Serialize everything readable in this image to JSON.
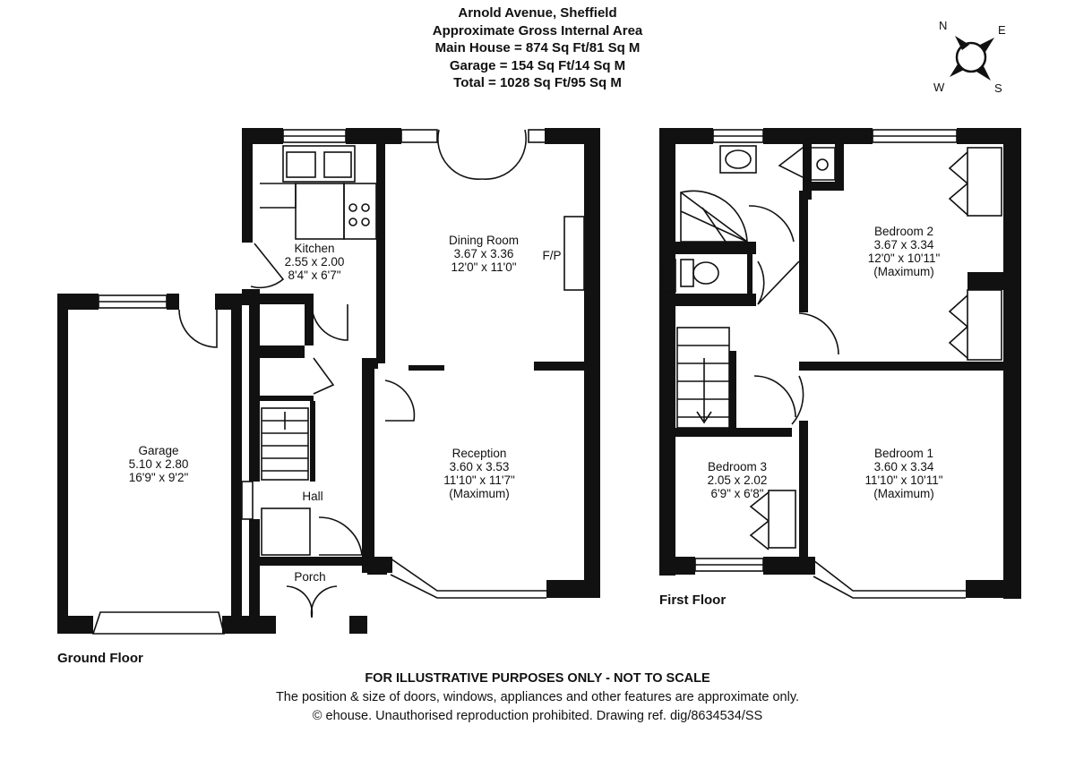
{
  "header": {
    "lines": [
      "Arnold Avenue, Sheffield",
      "Approximate Gross Internal Area",
      "Main House = 874 Sq Ft/81 Sq M",
      "Garage = 154 Sq Ft/14 Sq M",
      "Total = 1028 Sq Ft/95 Sq M"
    ]
  },
  "compass": {
    "n": "N",
    "e": "E",
    "s": "S",
    "w": "W"
  },
  "floors": {
    "ground": "Ground Floor",
    "first": "First Floor"
  },
  "rooms": {
    "kitchen": {
      "name": "Kitchen",
      "metric": "2.55 x 2.00",
      "imperial": "8'4\" x 6'7\""
    },
    "dining": {
      "name": "Dining Room",
      "metric": "3.67 x 3.36",
      "imperial": "12'0\" x 11'0\""
    },
    "fp": {
      "name": "F/P"
    },
    "garage": {
      "name": "Garage",
      "metric": "5.10 x 2.80",
      "imperial": "16'9\" x 9'2\""
    },
    "reception": {
      "name": "Reception",
      "metric": "3.60 x 3.53",
      "imperial": "11'10\" x 11'7\"",
      "note": "(Maximum)"
    },
    "hall": {
      "name": "Hall"
    },
    "porch": {
      "name": "Porch"
    },
    "bedroom2": {
      "name": "Bedroom 2",
      "metric": "3.67 x 3.34",
      "imperial": "12'0\" x 10'11\"",
      "note": "(Maximum)"
    },
    "bedroom1": {
      "name": "Bedroom 1",
      "metric": "3.60 x 3.34",
      "imperial": "11'10\" x 10'11\"",
      "note": "(Maximum)"
    },
    "bedroom3": {
      "name": "Bedroom 3",
      "metric": "2.05 x 2.02",
      "imperial": "6'9\" x 6'8\""
    }
  },
  "footer": {
    "disclaimer": "FOR ILLUSTRATIVE PURPOSES ONLY - NOT TO SCALE",
    "note": "The position & size of doors, windows, appliances and other features are approximate only.",
    "copyright": "© ehouse. Unauthorised reproduction prohibited. Drawing ref. dig/8634534/SS"
  }
}
